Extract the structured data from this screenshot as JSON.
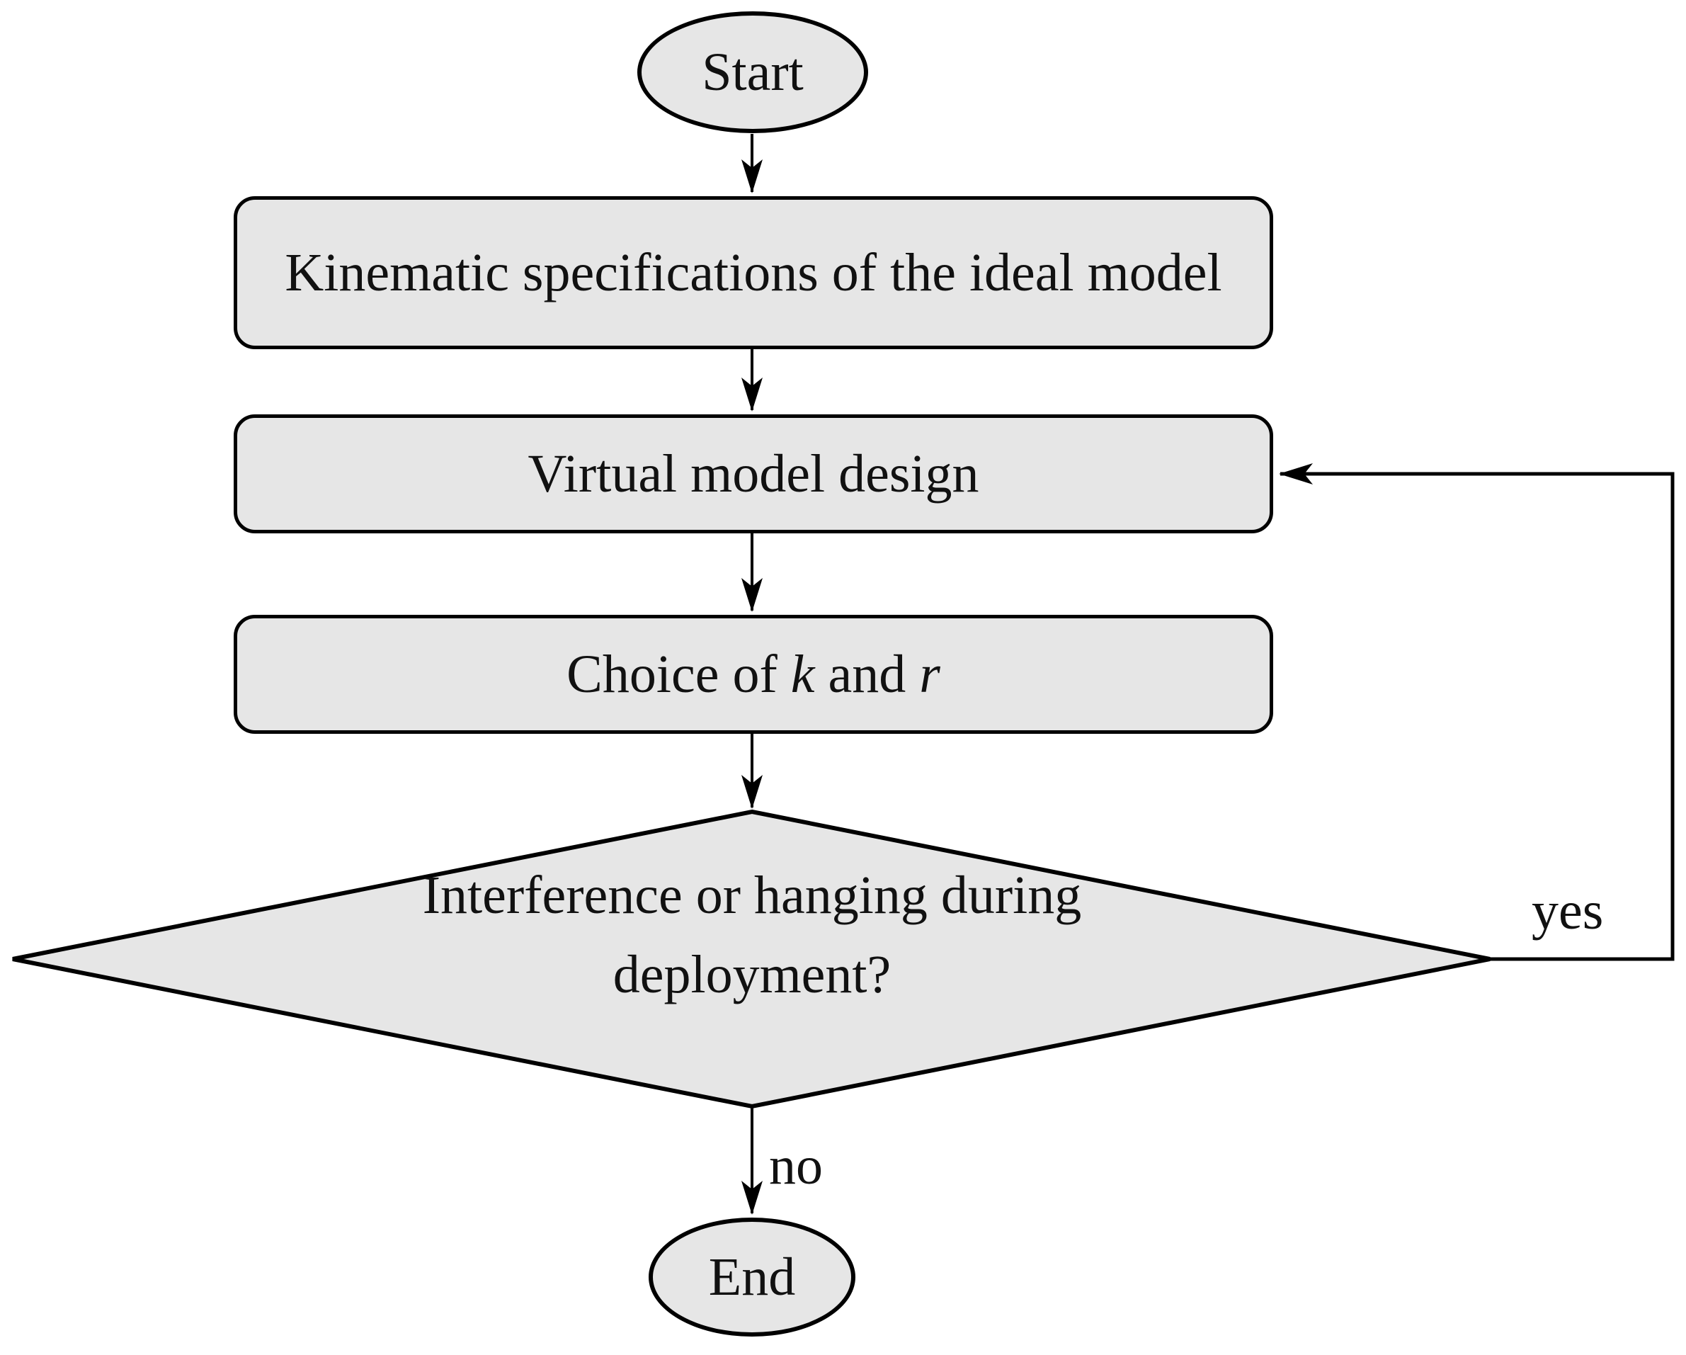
{
  "diagram": {
    "nodes": {
      "start": {
        "label": "Start",
        "shape": "terminator"
      },
      "kinematic": {
        "label": "Kinematic specifications of the ideal model",
        "shape": "process"
      },
      "virtual": {
        "label": "Virtual model design",
        "shape": "process"
      },
      "choice": {
        "text_before": "Choice of ",
        "var1": "k",
        "text_mid": " and ",
        "var2": "r",
        "shape": "process"
      },
      "decision": {
        "label": "Interference or hanging during deployment?",
        "shape": "decision"
      },
      "end": {
        "label": "End",
        "shape": "terminator"
      }
    },
    "edge_labels": {
      "yes": "yes",
      "no": "no"
    }
  },
  "colors": {
    "node_fill": "#e6e6e6",
    "node_stroke": "#000000",
    "background": "#ffffff",
    "text_color": "#111111"
  }
}
